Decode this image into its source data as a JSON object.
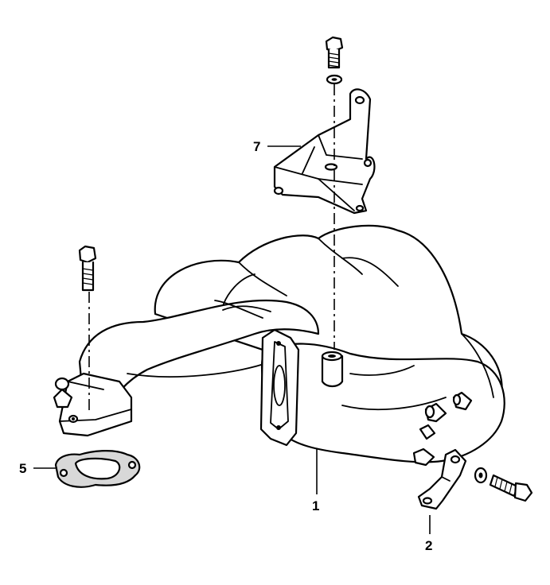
{
  "diagram": {
    "callouts": [
      {
        "id": "1",
        "label": "1"
      },
      {
        "id": "2",
        "label": "2"
      },
      {
        "id": "5",
        "label": "5"
      },
      {
        "id": "7",
        "label": "7"
      }
    ],
    "parts": [
      "intake-manifold",
      "bracket",
      "gasket",
      "support-bracket",
      "bolt",
      "washer"
    ]
  }
}
